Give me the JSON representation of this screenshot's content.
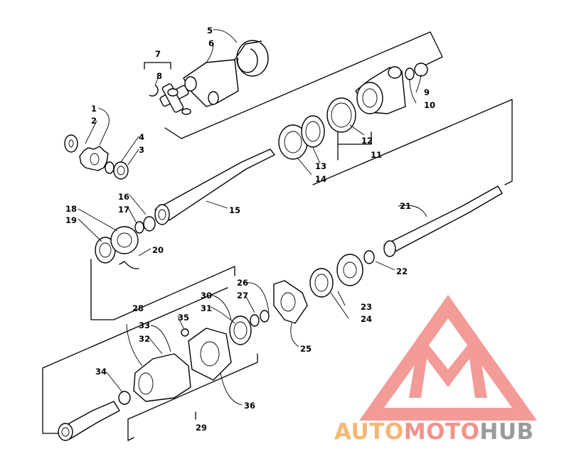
{
  "diagram": {
    "part_numbers": [
      "1",
      "2",
      "3",
      "4",
      "5",
      "6",
      "7",
      "8",
      "9",
      "10",
      "11",
      "12",
      "13",
      "14",
      "15",
      "16",
      "17",
      "18",
      "19",
      "20",
      "21",
      "22",
      "23",
      "24",
      "25",
      "26",
      "27",
      "28",
      "29",
      "30",
      "31",
      "32",
      "33",
      "34",
      "35",
      "36"
    ]
  },
  "watermark": {
    "brand_part1": "AUTO",
    "brand_part2": "MOTO",
    "brand_part3": "HUB",
    "colors": {
      "auto": "#f6b676",
      "moto": "#f4928d",
      "hub": "#9b9b9b",
      "logo": "#f08a86"
    }
  }
}
